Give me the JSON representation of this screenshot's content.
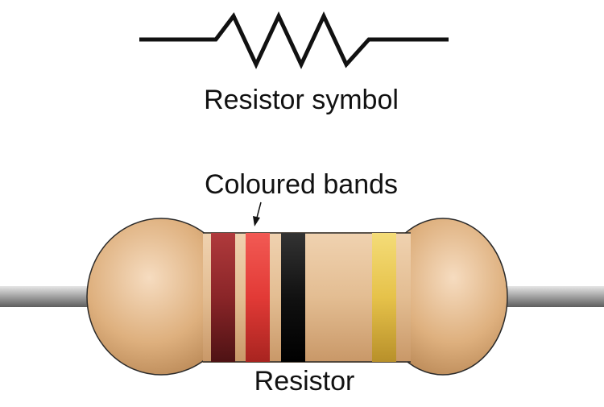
{
  "labels": {
    "symbol": "Resistor symbol",
    "bands": "Coloured bands",
    "resistor": "Resistor"
  },
  "colors": {
    "band_1": "#7a1f22",
    "band_2": "#e23a36",
    "band_3": "#111111",
    "band_4": "#e8c44a",
    "body": "#e0b888",
    "lead": "#9a9a9a",
    "symbol_stroke": "#111111"
  }
}
